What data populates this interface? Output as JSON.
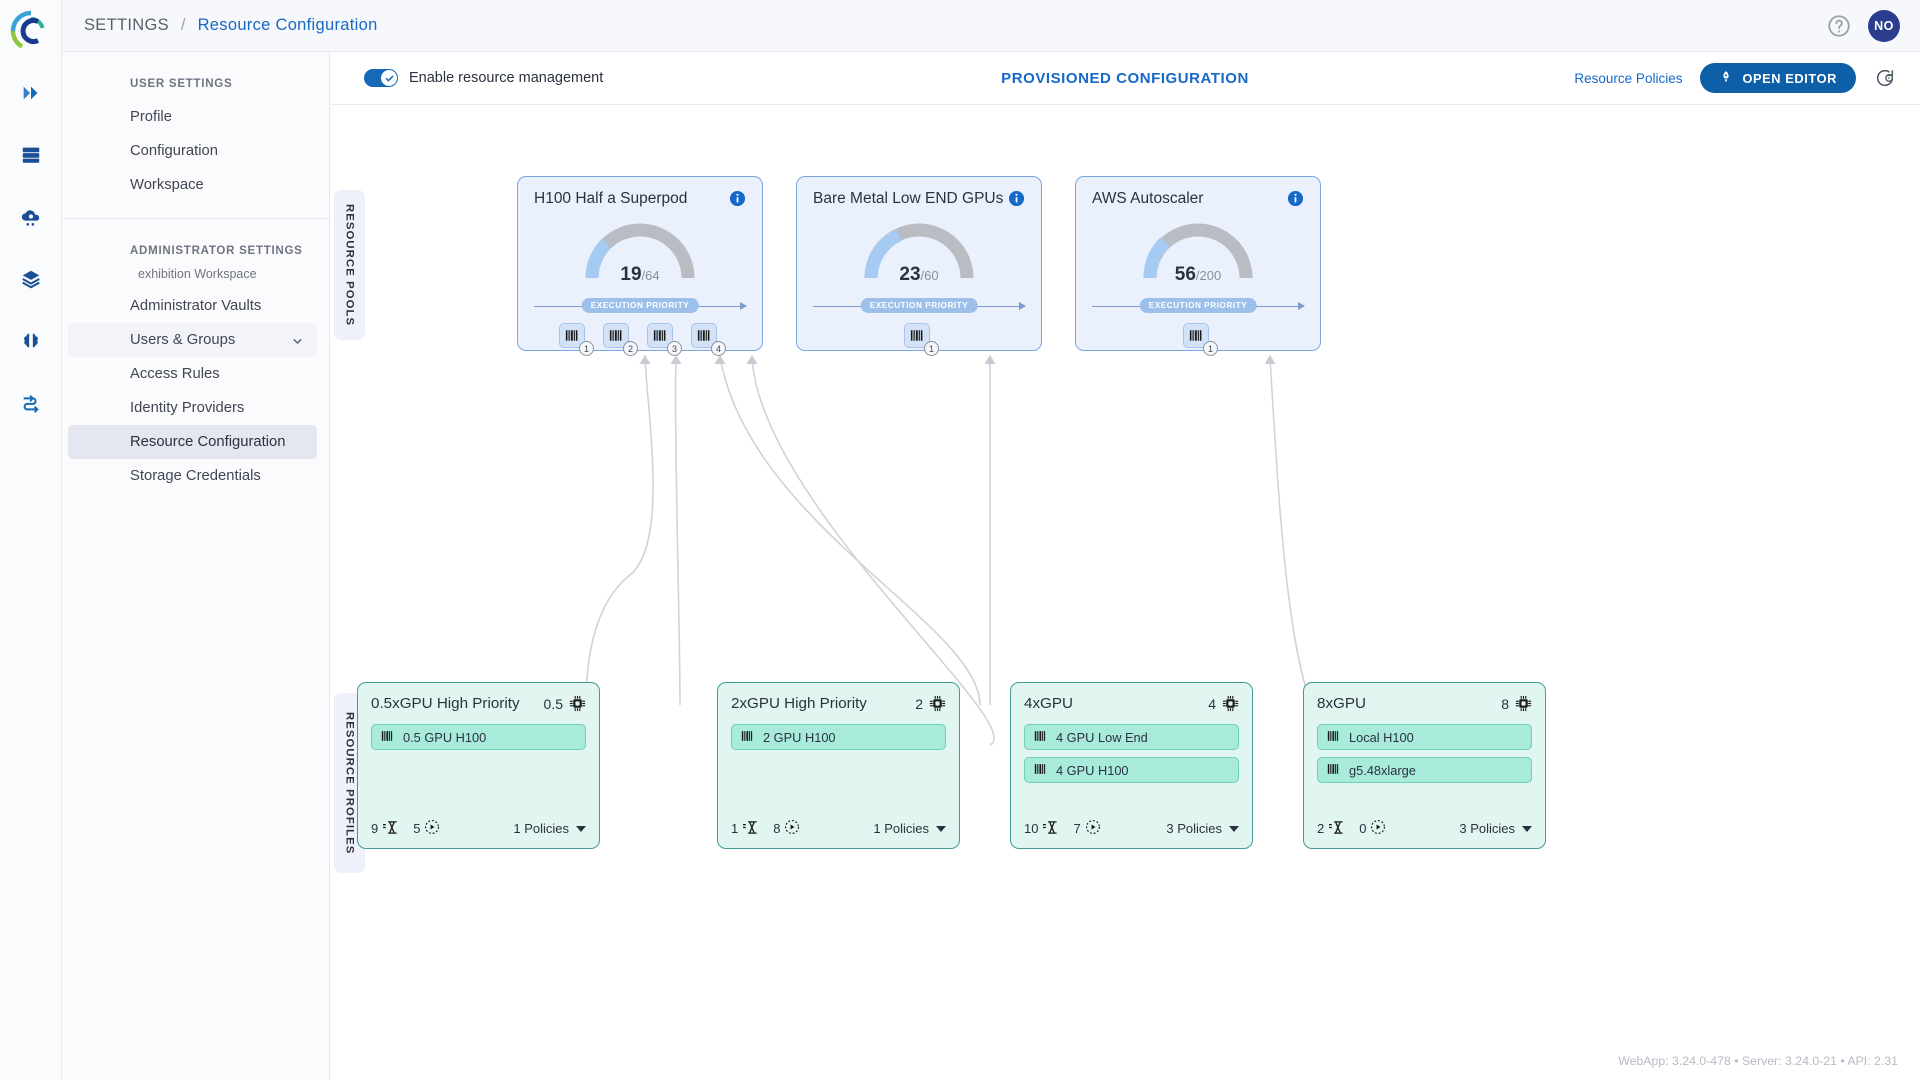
{
  "header": {
    "breadcrumb_root": "SETTINGS",
    "breadcrumb_sep": "/",
    "breadcrumb_current": "Resource Configuration",
    "help_icon": "help-circle-icon",
    "avatar_initials": "NO"
  },
  "icon_rail": [
    {
      "name": "brand-logo"
    },
    {
      "name": "double-chevron-right-icon"
    },
    {
      "name": "server-rack-icon"
    },
    {
      "name": "cloud-gear-icon"
    },
    {
      "name": "layers-icon"
    },
    {
      "name": "brain-icon"
    },
    {
      "name": "pipeline-icon"
    }
  ],
  "sidebar": {
    "user_section_title": "USER SETTINGS",
    "user_items": [
      {
        "label": "Profile",
        "selected": false
      },
      {
        "label": "Configuration",
        "selected": false
      },
      {
        "label": "Workspace",
        "selected": false
      }
    ],
    "admin_section_title": "ADMINISTRATOR SETTINGS",
    "admin_subtitle": "exhibition Workspace",
    "admin_items": [
      {
        "label": "Administrator Vaults",
        "selected": false,
        "expandable": false
      },
      {
        "label": "Users & Groups",
        "selected": false,
        "expandable": true
      },
      {
        "label": "Access Rules",
        "selected": false,
        "expandable": false
      },
      {
        "label": "Identity Providers",
        "selected": false,
        "expandable": false
      },
      {
        "label": "Resource Configuration",
        "selected": true,
        "expandable": false
      },
      {
        "label": "Storage Credentials",
        "selected": false,
        "expandable": false
      }
    ]
  },
  "toolbar": {
    "toggle_label": "Enable resource management",
    "toggle_on": true,
    "title": "PROVISIONED CONFIGURATION",
    "resource_policies_label": "Resource Policies",
    "open_editor_label": "OPEN EDITOR",
    "open_editor_icon": "rocket-icon",
    "refresh_icon": "refresh-play-icon"
  },
  "graph": {
    "pools_rail_label": "RESOURCE POOLS",
    "profiles_rail_label": "RESOURCE PROFILES",
    "execution_priority_label": "EXECUTION PRIORITY",
    "pools": [
      {
        "title": "H100 Half a Superpod",
        "used": 19,
        "total": 64,
        "denominator_text": "/64",
        "chips": [
          "1",
          "2",
          "3",
          "4"
        ]
      },
      {
        "title": "Bare Metal Low END GPUs",
        "used": 23,
        "total": 60,
        "denominator_text": "/60",
        "chips": [
          "1"
        ]
      },
      {
        "title": "AWS Autoscaler",
        "used": 56,
        "total": 200,
        "denominator_text": "/200",
        "chips": [
          "1"
        ]
      }
    ],
    "profiles": [
      {
        "title": "0.5xGPU High Priority",
        "gpu_count": "0.5",
        "resources": [
          "0.5 GPU H100"
        ],
        "queued": "9",
        "running": "5",
        "policies_label": "1 Policies"
      },
      {
        "title": "2xGPU High Priority",
        "gpu_count": "2",
        "resources": [
          "2 GPU H100"
        ],
        "queued": "1",
        "running": "8",
        "policies_label": "1 Policies"
      },
      {
        "title": "4xGPU",
        "gpu_count": "4",
        "resources": [
          "4 GPU Low End",
          "4 GPU H100"
        ],
        "queued": "10",
        "running": "7",
        "policies_label": "3 Policies"
      },
      {
        "title": "8xGPU",
        "gpu_count": "8",
        "resources": [
          "Local H100",
          "g5.48xlarge"
        ],
        "queued": "2",
        "running": "0",
        "policies_label": "3 Policies"
      }
    ]
  },
  "footer": {
    "versions": "WebApp: 3.24.0-478 • Server: 3.24.0-21 • API: 2.31"
  },
  "colors": {
    "accent_blue": "#1669c7",
    "button_blue": "#0d5fa8",
    "pool_fill": "#eaf1fd",
    "pool_border": "#7ba7de",
    "gauge_active": "#a6cbf2",
    "gauge_track": "#b9bcc2",
    "profile_fill": "#e2f6f1",
    "profile_border": "#3f9d94",
    "resource_chip": "#a9ebdb"
  }
}
